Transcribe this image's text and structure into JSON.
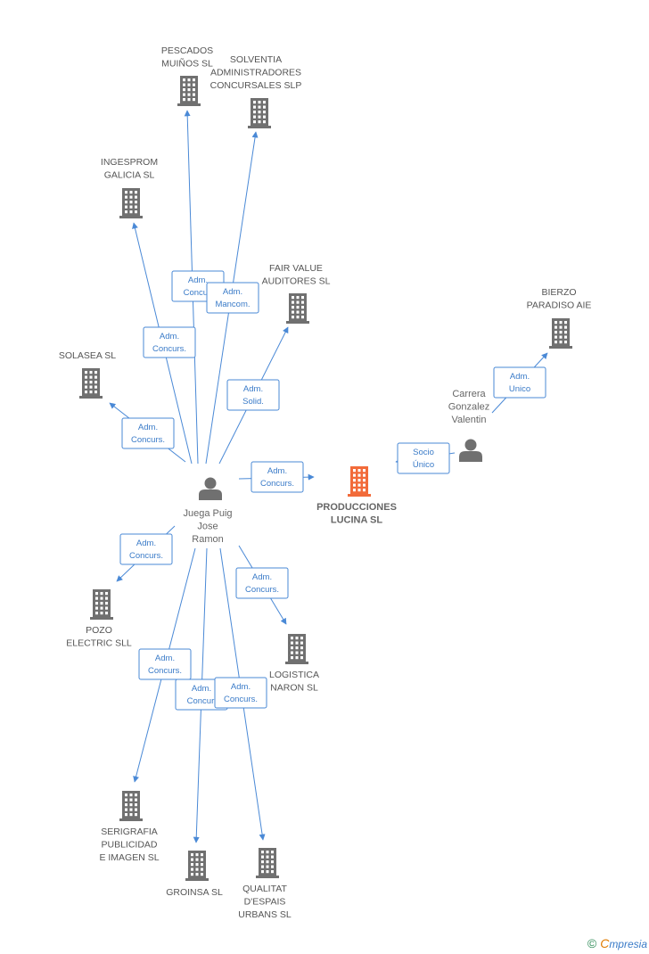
{
  "colors": {
    "building": "#707070",
    "building_main": "#f26b3a",
    "person": "#707070",
    "edge": "#4a89d6",
    "edge_text": "#3a7bc8"
  },
  "nodes": [
    {
      "id": "pescados",
      "type": "company",
      "label": [
        "PESCADOS",
        "MUIÑOS SL"
      ]
    },
    {
      "id": "solventia",
      "type": "company",
      "label": [
        "SOLVENTIA",
        "ADMINISTRADORES",
        "CONCURSALES SLP"
      ]
    },
    {
      "id": "ingesprom",
      "type": "company",
      "label": [
        "INGESPROM",
        "GALICIA SL"
      ]
    },
    {
      "id": "fairvalue",
      "type": "company",
      "label": [
        "FAIR VALUE",
        "AUDITORES SL"
      ]
    },
    {
      "id": "bierzo",
      "type": "company",
      "label": [
        "BIERZO",
        "PARADISO AIE"
      ]
    },
    {
      "id": "solasea",
      "type": "company",
      "label": [
        "SOLASEA SL"
      ]
    },
    {
      "id": "produc",
      "type": "company_main",
      "label": [
        "PRODUCCIONES",
        "LUCINA SL"
      ]
    },
    {
      "id": "pozo",
      "type": "company",
      "label": [
        "POZO",
        "ELECTRIC SLL"
      ]
    },
    {
      "id": "logistica",
      "type": "company",
      "label": [
        "LOGISTICA",
        "NARON SL"
      ]
    },
    {
      "id": "serigrafia",
      "type": "company",
      "label": [
        "SERIGRAFIA",
        "PUBLICIDAD",
        "E IMAGEN SL"
      ]
    },
    {
      "id": "groinsa",
      "type": "company",
      "label": [
        "GROINSA SL"
      ]
    },
    {
      "id": "qualitat",
      "type": "company",
      "label": [
        "QUALITAT",
        "D'ESPAIS",
        "URBANS SL"
      ]
    },
    {
      "id": "juega",
      "type": "person",
      "label": [
        "Juega Puig",
        "Jose",
        "Ramon"
      ]
    },
    {
      "id": "carrera",
      "type": "person",
      "label": [
        "Carrera",
        "Gonzalez",
        "Valentin"
      ]
    }
  ],
  "edges": [
    {
      "from": "juega",
      "to": "pescados",
      "label": [
        "Adm.",
        "Concur."
      ]
    },
    {
      "from": "juega",
      "to": "solventia",
      "label": [
        "Adm.",
        "Mancom."
      ]
    },
    {
      "from": "juega",
      "to": "ingesprom",
      "label": [
        "Adm.",
        "Concurs."
      ]
    },
    {
      "from": "juega",
      "to": "fairvalue",
      "label": [
        "Adm.",
        "Solid."
      ]
    },
    {
      "from": "juega",
      "to": "solasea",
      "label": [
        "Adm.",
        "Concurs."
      ]
    },
    {
      "from": "juega",
      "to": "produc",
      "label": [
        "Adm.",
        "Concurs."
      ]
    },
    {
      "from": "juega",
      "to": "pozo",
      "label": [
        "Adm.",
        "Concurs."
      ]
    },
    {
      "from": "juega",
      "to": "logistica",
      "label": [
        "Adm.",
        "Concurs."
      ]
    },
    {
      "from": "juega",
      "to": "serigrafia",
      "label": [
        "Adm.",
        "Concurs."
      ]
    },
    {
      "from": "juega",
      "to": "groinsa",
      "label": [
        "Adm.",
        "Concur."
      ]
    },
    {
      "from": "juega",
      "to": "qualitat",
      "label": [
        "Adm.",
        "Concurs."
      ]
    },
    {
      "from": "carrera",
      "to": "produc",
      "label": [
        "Socio",
        "Único"
      ]
    },
    {
      "from": "carrera",
      "to": "bierzo",
      "label": [
        "Adm.",
        "Unico"
      ]
    }
  ],
  "footer": {
    "copyright": "©",
    "brand_first": "C",
    "brand_rest": "mpresia"
  }
}
